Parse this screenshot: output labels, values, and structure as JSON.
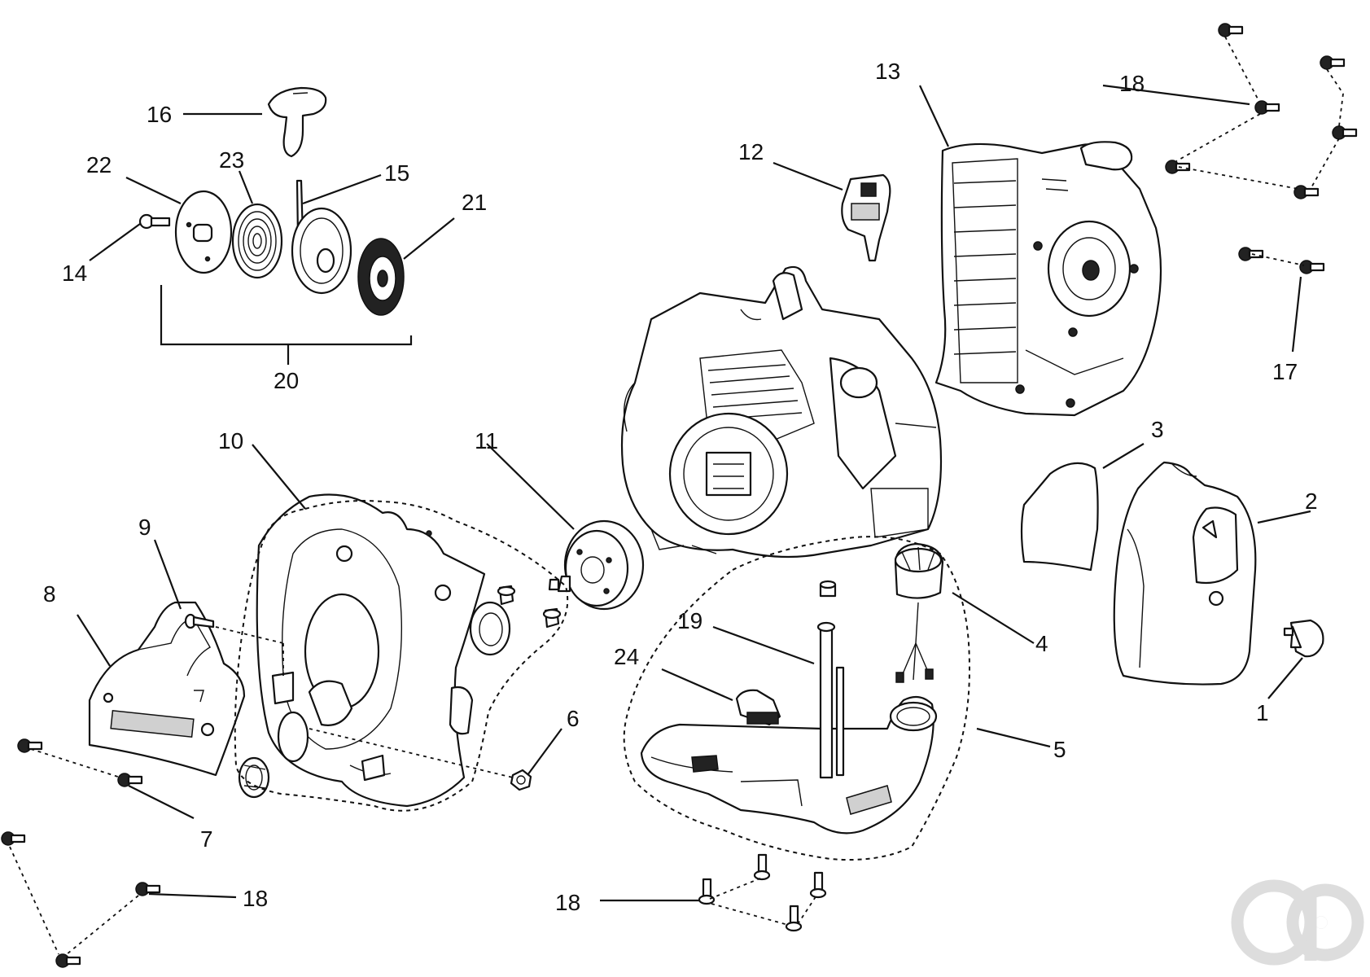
{
  "labels": {
    "l1": "1",
    "l2": "2",
    "l3": "3",
    "l4": "4",
    "l5": "5",
    "l6": "6",
    "l7": "7",
    "l8": "8",
    "l9": "9",
    "l10": "10",
    "l11": "11",
    "l12": "12",
    "l13": "13",
    "l14": "14",
    "l15": "15",
    "l16": "16",
    "l17": "17",
    "l18a": "18",
    "l18b": "18",
    "l18c": "18",
    "l19": "19",
    "l20": "20",
    "l21": "21",
    "l22": "22",
    "l23": "23",
    "l24": "24"
  },
  "style": {
    "line_color": "#111111",
    "watermark_color": "#dddddd"
  }
}
